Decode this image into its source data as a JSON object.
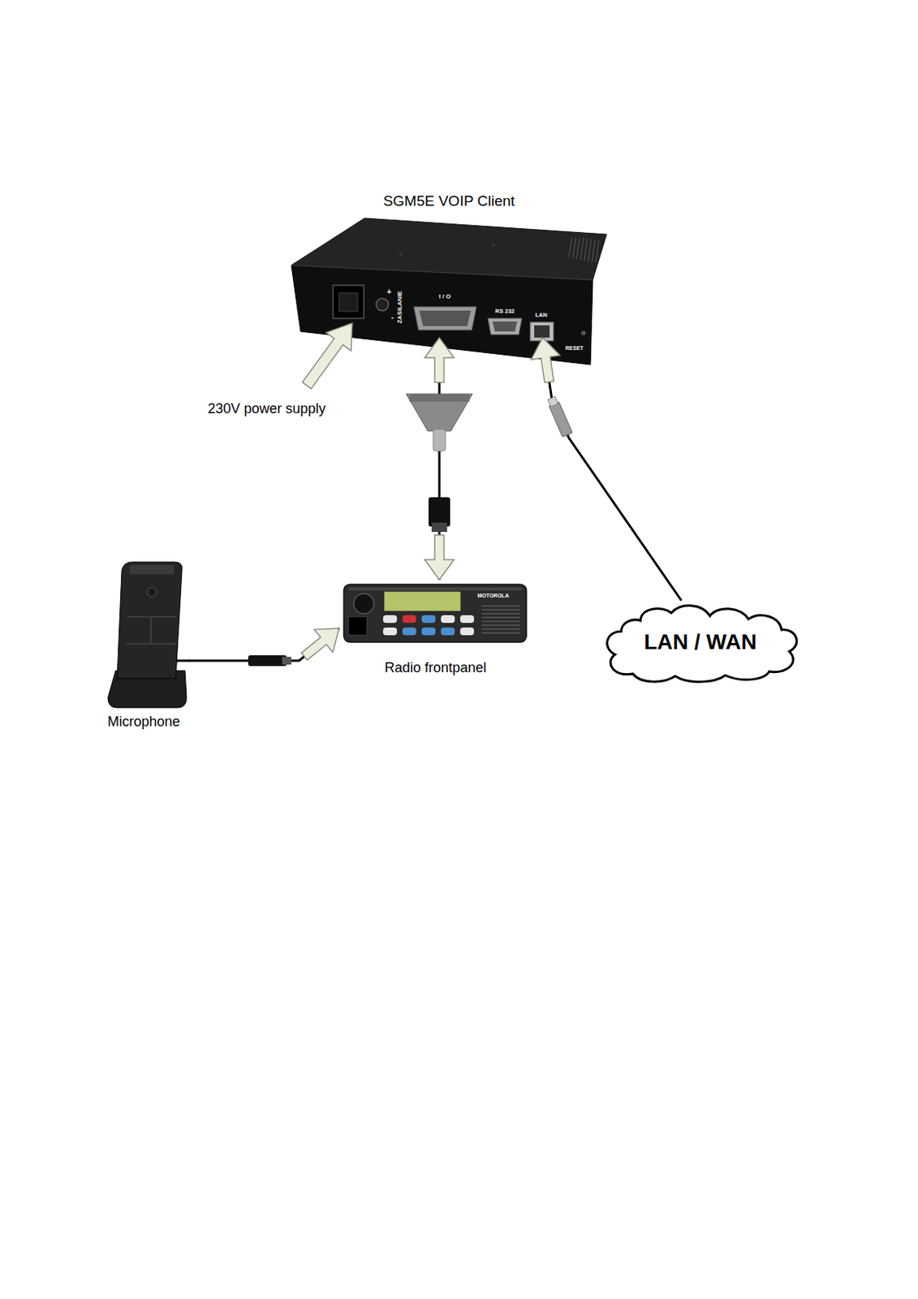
{
  "diagram": {
    "nodes": [
      {
        "text": [
          "SGM5E VOIP Client"
        ]
      },
      {
        "text": [
          "Radio frontpanel"
        ]
      },
      {
        "text": [
          "Microphone"
        ]
      },
      {
        "text": [
          "LAN / WAN"
        ]
      }
    ],
    "edges": [
      {
        "from": 0,
        "to": 1,
        "arrow": "both"
      },
      {
        "from": 2,
        "to": 1,
        "arrow": "to"
      },
      {
        "from": 3,
        "to": 0,
        "arrow": "to"
      }
    ],
    "labels": [
      "230V power supply",
      "ZASILANIE",
      "+",
      "-",
      "I / O",
      "RS 232",
      "LAN",
      "RESET",
      "MOTOROLA"
    ]
  }
}
